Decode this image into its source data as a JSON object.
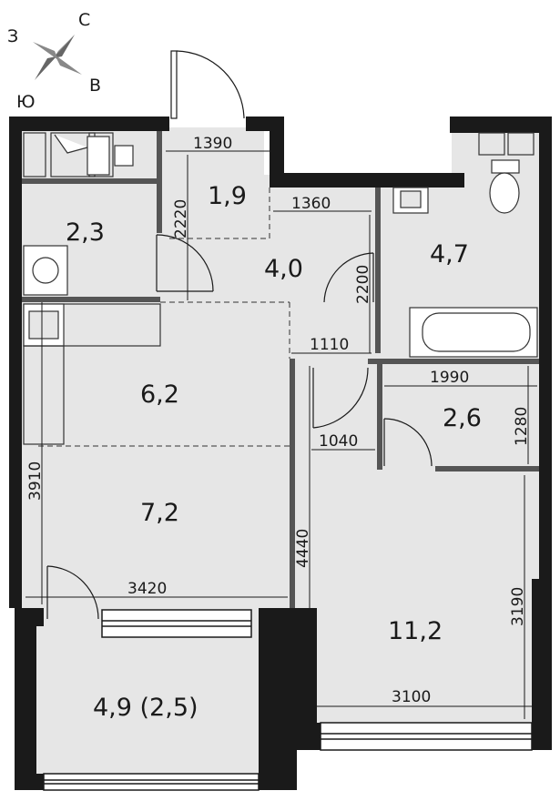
{
  "compass": {
    "north": "С",
    "west": "З",
    "east": "В",
    "south": "Ю"
  },
  "rooms": {
    "hall_1": "1,9",
    "pantry": "2,3",
    "corridor": "4,0",
    "bathroom": "4,7",
    "kitchen": "6,2",
    "living": "7,2",
    "wardrobe": "2,6",
    "bedroom": "11,2",
    "loggia": "4,9 (2,5)"
  },
  "dimensions": {
    "d1390": "1390",
    "d2220": "2220",
    "d1360": "1360",
    "d2200": "2200",
    "d1110": "1110",
    "d1990": "1990",
    "d1280": "1280",
    "d1040": "1040",
    "d3910": "3910",
    "d4440": "4440",
    "d3420": "3420",
    "d3190": "3190",
    "d3100": "3100"
  },
  "colors": {
    "wall": "#1a1a1a",
    "floor": "#e6e6e6",
    "partition": "#555555",
    "fixture": "#ffffff"
  }
}
